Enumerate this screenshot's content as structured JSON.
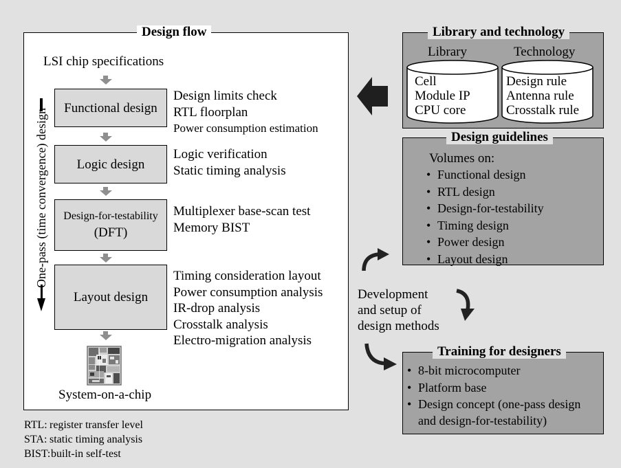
{
  "design_flow": {
    "title": "Design flow",
    "spec": "LSI chip specifications",
    "vertical_label": "One-pass (time convergence) design",
    "steps": [
      {
        "label": "Functional design",
        "notes": [
          "Design limits check",
          "RTL floorplan",
          "Power consumption estimation"
        ]
      },
      {
        "label": "Logic design",
        "notes": [
          "Logic verification",
          "Static timing analysis"
        ]
      },
      {
        "label_lines": [
          "Design-for-testability",
          "(DFT)"
        ],
        "notes": [
          "Multiplexer base-scan test",
          "Memory BIST"
        ]
      },
      {
        "label": "Layout design",
        "notes": [
          "Timing consideration layout",
          "Power consumption analysis",
          "IR-drop analysis",
          "Crosstalk analysis",
          "Electro-migration analysis"
        ]
      }
    ],
    "result": "System-on-a-chip"
  },
  "library": {
    "title": "Library and technology",
    "col1_header": "Library",
    "col1_items": [
      "Cell",
      "Module IP",
      "CPU core"
    ],
    "col2_header": "Technology",
    "col2_items": [
      "Design rule",
      "Antenna rule",
      "Crosstalk rule"
    ]
  },
  "guidelines": {
    "title": "Design guidelines",
    "intro": "Volumes on:",
    "items": [
      "Functional design",
      "RTL design",
      "Design-for-testability",
      "Timing design",
      "Power design",
      "Layout design"
    ]
  },
  "development": {
    "lines": [
      "Development",
      "and setup of",
      "design methods"
    ]
  },
  "training": {
    "title": "Training for designers",
    "items": [
      "8-bit microcomputer",
      "Platform base",
      "Design concept (one-pass design"
    ],
    "continuation": "and design-for-testability)"
  },
  "abbreviations": [
    {
      "abbr": "RTL:",
      "desc": "register transfer level"
    },
    {
      "abbr": "STA:",
      "desc": "static timing analysis"
    },
    {
      "abbr": "BIST:",
      "desc": "built-in self-test"
    }
  ]
}
